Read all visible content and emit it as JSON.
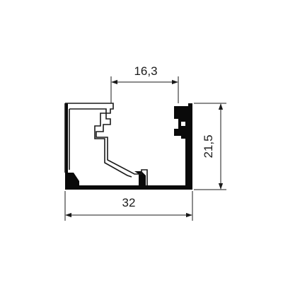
{
  "dimensions": {
    "top_opening": "16,3",
    "overall_width": "32",
    "overall_height": "21,5"
  },
  "colors": {
    "line": "#1a1a1a",
    "profile_fill": "#0a0a0a",
    "background": "#ffffff"
  }
}
